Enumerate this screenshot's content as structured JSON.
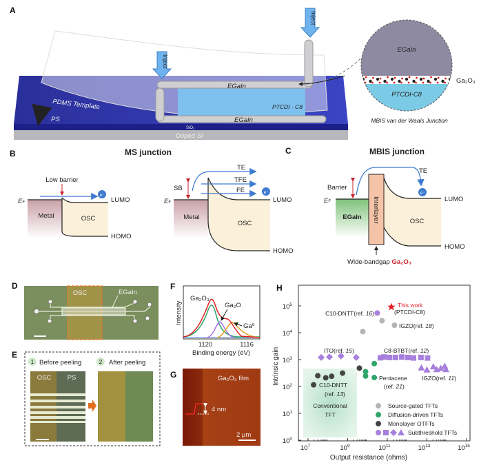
{
  "panels": {
    "A": "A",
    "B": "B",
    "C": "C",
    "D": "D",
    "E": "E",
    "F": "F",
    "G": "G",
    "H": "H"
  },
  "panel_a": {
    "inject_1": "Inject",
    "inject_2": "Inject",
    "egain_top": "EGaIn",
    "egain_bottom": "EGaIn",
    "ptcdi": "PTCDI - C8",
    "pdms": "PDMS Template",
    "ps": "PS",
    "sio2": "SiO₂",
    "doped_si": "Doped Si",
    "circle_top": "EGaIn",
    "circle_bottom": "PTCDI-C8",
    "circle_layer": "Ga₂O₃",
    "caption": "MBIS van der Waals Junction"
  },
  "panel_b": {
    "title": "MS junction",
    "low_barrier": "Low barrier",
    "ef": "E",
    "ef_sub": "F",
    "metal": "Metal",
    "osc": "OSC",
    "lumo": "LUMO",
    "homo": "HOMO",
    "electron": "e⁻",
    "sb": "SB",
    "te": "TE",
    "tfe": "TFE",
    "fe": "FE"
  },
  "panel_c": {
    "title": "MBIS junction",
    "barrier": "Barrier",
    "ef": "E",
    "ef_sub": "F",
    "egain": "EGaIn",
    "interlayer": "Interlayer",
    "osc": "OSC",
    "lumo": "LUMO",
    "homo": "HOMO",
    "te": "TE",
    "electron": "e⁻",
    "wide_bandgap": "Wide-bandgap ",
    "ga2o3": "Ga₂O₃"
  },
  "panel_d": {
    "osc": "OSC",
    "egain": "EGaIn"
  },
  "panel_e": {
    "step1_num": "1",
    "step1": "Before peeling",
    "step2_num": "2",
    "step2": "After peeling",
    "osc": "OSC",
    "ps": "PS"
  },
  "panel_f": {
    "ylabel": "Intensity",
    "xlabel": "Binding energy (eV)",
    "ticks": [
      "1120",
      "1116"
    ],
    "peak_ga2o3": "Ga₂O₃",
    "peak_ga2o": "Ga₂O",
    "peak_ga0": "Ga⁰"
  },
  "panel_g": {
    "label": "Ga₂O₃ film",
    "height": "4 nm",
    "scale": "2 μm"
  },
  "chart_data": {
    "type": "scatter",
    "xlabel": "Output resistance (ohms)",
    "ylabel": "Intrinsic gain",
    "xscale": "log",
    "yscale": "log",
    "xlim": [
      3000000.0,
      1600000000000000.0
    ],
    "ylim": [
      1,
      560000.0
    ],
    "xticks": [
      7,
      9,
      11,
      13,
      15
    ],
    "yticks": [
      0,
      1,
      2,
      3,
      4,
      5
    ],
    "tick_base": "10",
    "legend_position": "bottom-right",
    "series": [
      {
        "name": "Source-gated TFTs",
        "color": "#b5b5b5",
        "marker": "circle",
        "points": [
          [
            5800000000.0,
            11000.0
          ],
          [
            54000000000.0,
            28000.0
          ],
          [
            230000000000.0,
            19000.0
          ]
        ]
      },
      {
        "name": "Diffusion-driven TFTs",
        "color": "#2fa56a",
        "marker": "circle",
        "points": [
          [
            8000000000.0,
            355
          ],
          [
            8000000000.0,
            245
          ],
          [
            22000000000.0,
            710
          ],
          [
            22000000000.0,
            215
          ]
        ]
      },
      {
        "name": "Monolayer OTFTs",
        "color": "#444444",
        "marker": "circle",
        "points": [
          [
            19000000.0,
            115
          ],
          [
            31000000.0,
            250
          ],
          [
            78000000.0,
            210
          ],
          [
            155000000.0,
            240
          ],
          [
            550000000.0,
            315
          ],
          [
            3900000000.0,
            480
          ]
        ]
      },
      {
        "name": "Subthreshold TFTs",
        "color": "#a77fdc",
        "marker": "mixed",
        "groups": [
          {
            "marker": "circle",
            "points": [
              [
                31000000000.0,
                54000.0
              ]
            ]
          },
          {
            "marker": "diamond",
            "points": [
              [
                46000000.0,
                1200
              ],
              [
                120000000.0,
                1260
              ],
              [
                460000000.0,
                1350
              ],
              [
                2700000000.0,
                1200
              ]
            ]
          },
          {
            "marker": "square",
            "points": [
              [
                45000000000.0,
                1170
              ],
              [
                68000000000.0,
                1250
              ],
              [
                130000000000.0,
                1200
              ],
              [
                260000000000.0,
                1200
              ],
              [
                540000000000.0,
                1250
              ],
              [
                1100000000000.0,
                1200
              ],
              [
                2100000000000.0,
                1150
              ],
              [
                5000000000000.0,
                1200
              ],
              [
                10700000000000.0,
                1150
              ]
            ]
          },
          {
            "marker": "triangle",
            "points": [
              [
                5200000000000.0,
                500
              ],
              [
                10000000000000.0,
                420
              ],
              [
                21000000000000.0,
                550
              ],
              [
                31000000000000.0,
                430
              ],
              [
                50000000000000.0,
                480
              ],
              [
                79000000000000.0,
                575
              ],
              [
                91000000000000.0,
                430
              ]
            ]
          }
        ]
      },
      {
        "name": "This work",
        "color": "#e0202a",
        "marker": "star",
        "points": [
          [
            160000000000.0,
            91000.0
          ]
        ]
      }
    ],
    "annotations": {
      "this_work": "This work",
      "ptcdi": "(PTCDI-C8)",
      "c10_16": "C10-DNTT(ref. ",
      "c10_16_ref": "16",
      "c10_16_close": ")",
      "igzo_18": "IGZO(ref. ",
      "igzo_18_ref": "18",
      "igzo_18_close": ")",
      "ito_15": "ITO(ref. ",
      "ito_15_ref": "15",
      "ito_15_close": ")",
      "c8_12": "C8-BTBT(ref. ",
      "c8_12_ref": "12",
      "c8_12_close": ")",
      "pentacene": "Pentacene",
      "pentacene_ref_a": "(ref. ",
      "pentacene_ref": "21",
      "pentacene_ref_b": ")",
      "igzo_11": "IGZO(ref. ",
      "igzo_11_ref": "11",
      "igzo_11_close": ")",
      "c10_13": "C10-DNTT",
      "c10_13_ref_a": "(ref. ",
      "c10_13_ref": "13",
      "c10_13_ref_b": ")",
      "conventional_1": "Conventional",
      "conventional_2": "TFT"
    }
  }
}
